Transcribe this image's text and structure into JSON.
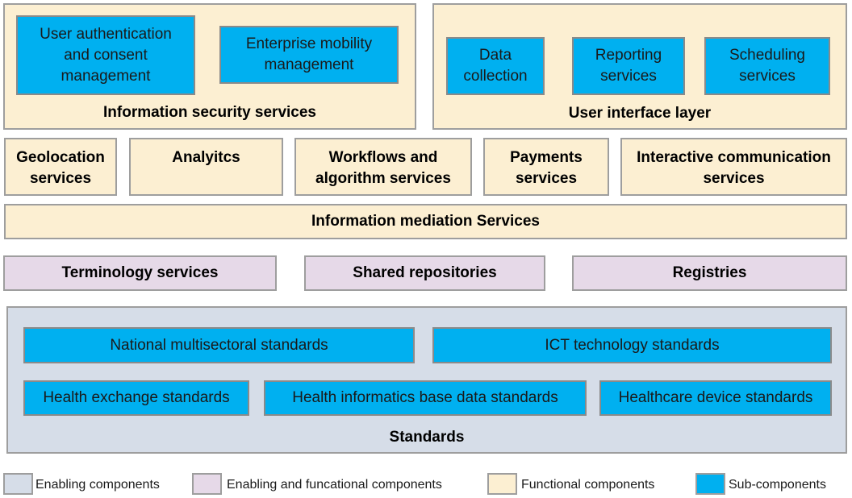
{
  "colors": {
    "functional": "#fcefd2",
    "enabling_functional": "#e6d9e8",
    "enabling": "#d6dde8",
    "sub_component": "#00b0f0",
    "border": "#9e9e9e"
  },
  "security": {
    "title": "Information security services",
    "items": [
      "User authentication and consent management",
      "Enterprise mobility management"
    ]
  },
  "ui_layer": {
    "title": "User interface layer",
    "items": [
      "Data collection",
      "Reporting services",
      "Scheduling services"
    ]
  },
  "services_row": [
    "Geolocation services",
    "Analyitcs",
    "Workflows and algorithm services",
    "Payments services",
    "Interactive communication services"
  ],
  "mediation": "Information mediation Services",
  "enabling_functional_row": [
    "Terminology services",
    "Shared repositories",
    "Registries"
  ],
  "standards": {
    "title": "Standards",
    "row1": [
      "National multisectoral standards",
      "ICT technology standards"
    ],
    "row2": [
      "Health exchange standards",
      "Health informatics base data standards",
      "Healthcare device standards"
    ]
  },
  "legend": [
    "Enabling components",
    "Enabling and funcational components",
    "Functional components",
    "Sub-components"
  ]
}
